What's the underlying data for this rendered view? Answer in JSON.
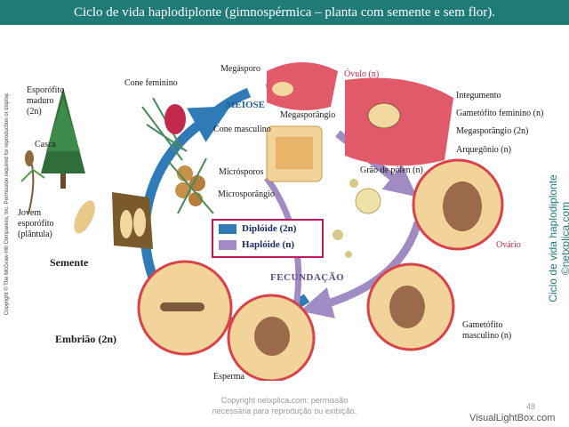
{
  "title": "Ciclo de vida haplodiplonte (gimnospérmica – planta com semente e sem flor).",
  "labels": {
    "esporofito_maduro": [
      "Esporófito",
      "maduro",
      "(2n)"
    ],
    "casca": "Casca",
    "jovem": [
      "Jovem",
      "esporófito",
      "(plântula)"
    ],
    "semente": "Semente",
    "cone_feminino": "Cone feminino",
    "megasporo": "Megásporo",
    "meiose": "MEIOSE",
    "megasporangio": "Megasporângio",
    "cone_masculino": "Cone masculino",
    "microsporos": "Micrósporos",
    "microsporangio": "Microsporângio",
    "ovulo": "Óvulo (n)",
    "integumento": "Integumento",
    "gametofito_feminino": "Gametófito feminino (n)",
    "megasporangio_2n": "Megasporângio (2n)",
    "arquegonio": "Arquegônio (n)",
    "grao_polen": "Grão de pólen (n)",
    "ovario": "Ovário",
    "fecundacao": "FECUNDAÇÃO",
    "gametofito_masculino": [
      "Gametófito",
      "masculino (n)"
    ],
    "esperma": "Esperma",
    "embriao": "Embrião (2n)"
  },
  "legend": {
    "diploide": "Diplóide (2n)",
    "haploide": "Haplóide (n)"
  },
  "colors": {
    "diploid": "#2e7bb8",
    "haploid": "#a08bc4",
    "title_bg": "#1f7a78",
    "tissue": "#d9424a"
  },
  "side_copyright": "Copyright © The McGraw-Hill Companies, Inc. Permission required for reproduction or display.",
  "side_brand": "Ciclo de vida haplodiplonte ©netxplica.com",
  "footer": [
    "Copyright netxplica.com: permissão",
    "necessária para reprodução ou exibição."
  ],
  "page_number": "48",
  "watermark": "VisualLightBox.com"
}
